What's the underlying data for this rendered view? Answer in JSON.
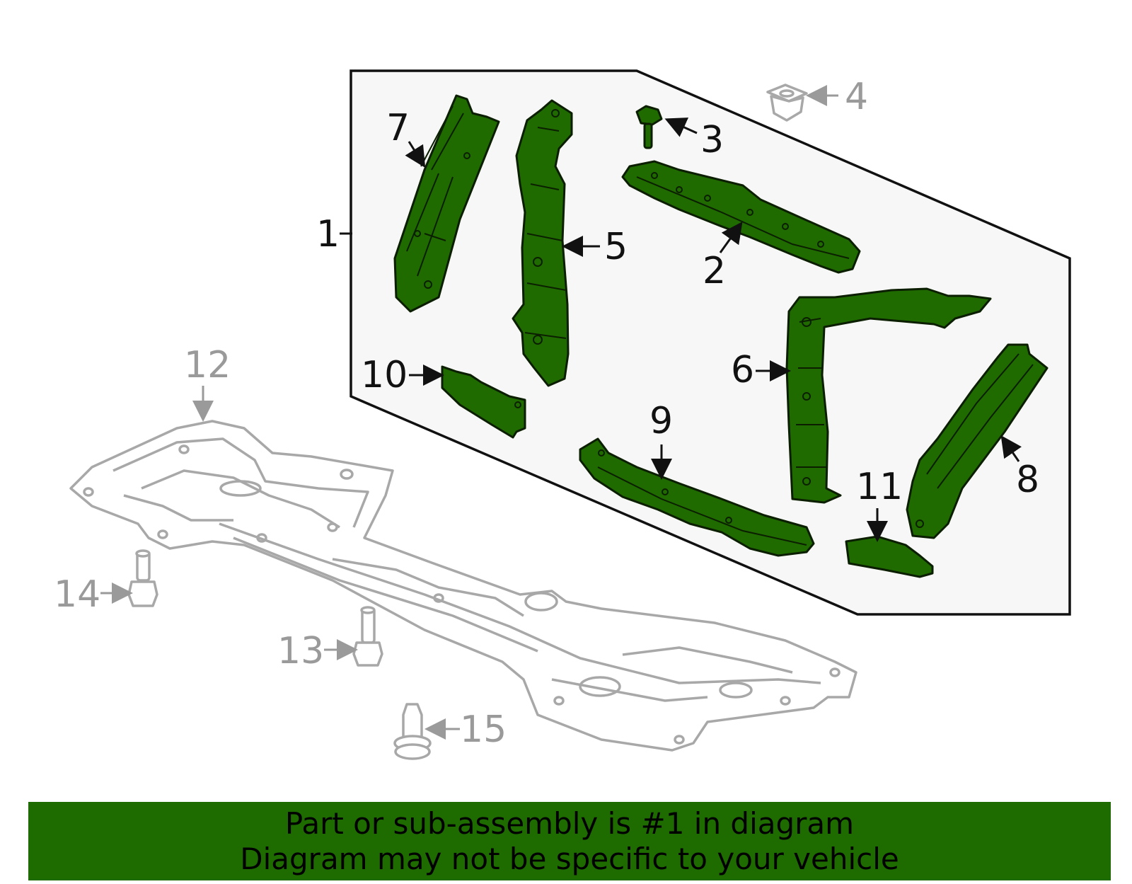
{
  "callouts": {
    "c1": "1",
    "c2": "2",
    "c3": "3",
    "c4": "4",
    "c5": "5",
    "c6": "6",
    "c7": "7",
    "c8": "8",
    "c9": "9",
    "c10": "10",
    "c11": "11",
    "c12": "12",
    "c13": "13",
    "c14": "14",
    "c15": "15"
  },
  "banner": {
    "line1": "Part or sub-assembly is #1 in diagram",
    "line2": "Diagram may not be specific to your vehicle"
  },
  "colors": {
    "highlight_part": "#1f6b00",
    "banner": "#1e6b00",
    "ghost_part": "#a8a8a8",
    "assembly_box_fill": "#f7f7f7"
  }
}
